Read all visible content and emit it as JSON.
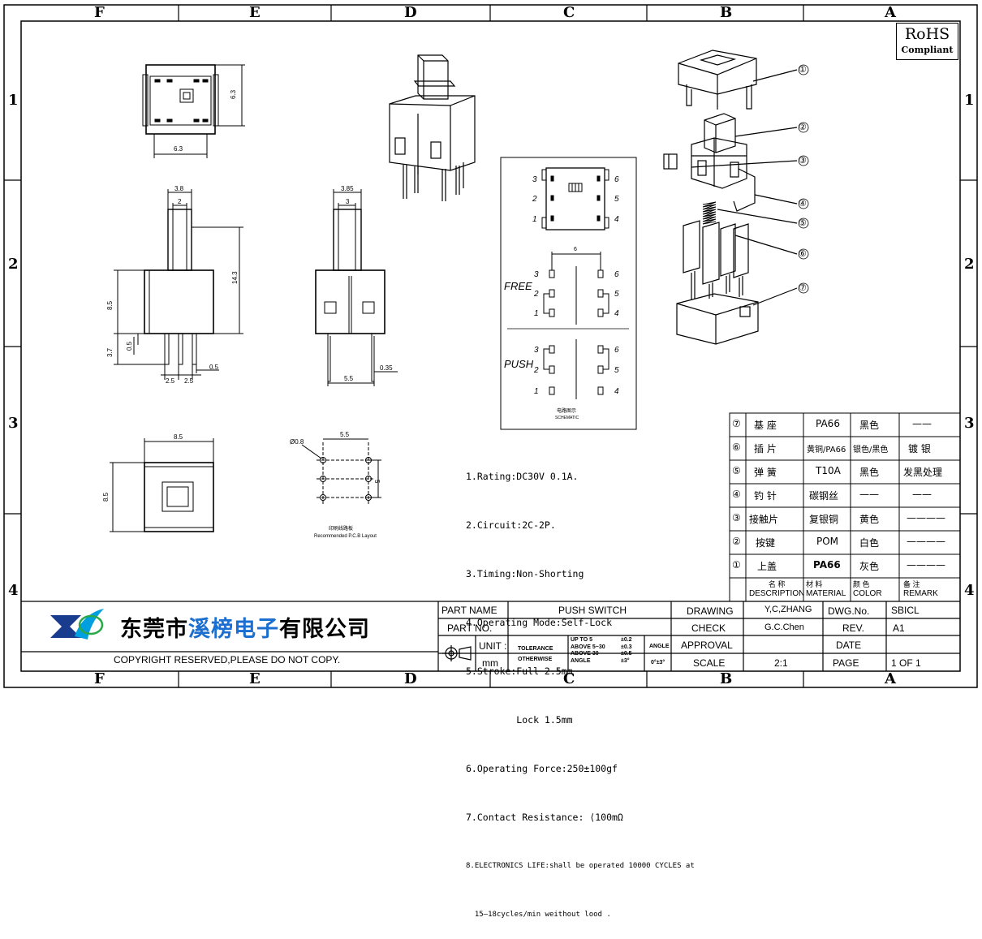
{
  "zones": {
    "columns": [
      "F",
      "E",
      "D",
      "C",
      "B",
      "A"
    ],
    "rows": [
      "1",
      "2",
      "3",
      "4"
    ]
  },
  "rohs": {
    "line1": "RoHS",
    "line2": "Compliant"
  },
  "dims": {
    "top_h": "6.3",
    "top_w": "6.3",
    "front_w1": "3.8",
    "front_w2": "2",
    "front_h1": "14.3",
    "front_h2": "8.5",
    "front_h3": "3.7",
    "front_h4": "0.5",
    "front_p1": "2.5",
    "front_p2": "2.5",
    "front_p3": "0.5",
    "side_w1": "3.85",
    "side_w2": "3",
    "side_b": "5.5",
    "side_c": "0.35",
    "bot_w": "8.5",
    "bot_h": "8.5",
    "pcb_d": "Ø0.8",
    "pcb_w": "5.5",
    "pcb_h": "5",
    "pcb_cap": "印刷线路板",
    "pcb_cap2": "Recommended P.C.B Layout"
  },
  "schematic": {
    "pins_top_left": [
      "3",
      "2",
      "1"
    ],
    "pins_top_right": [
      "6",
      "5",
      "4"
    ],
    "dim6": "6",
    "free": "FREE",
    "push": "PUSH",
    "cap": "电路图示",
    "cap2": "SCHEMATIC"
  },
  "specs": [
    "1.Rating:DC30V 0.1A.",
    "2.Circuit:2C-2P.",
    "3.Timing:Non-Shorting",
    "4.Operating Mode:Self-Lock",
    "5.Stroke:Full 2.5mm",
    "         Lock 1.5mm",
    "6.Operating Force:250±100gf",
    "7.Contact Resistance: ⟨100mΩ",
    "8.ELECTRONICS LIFE:shall be operated 10000 CYCLES at",
    "  15—18cycles/min weithout lood ."
  ],
  "callouts": [
    "①",
    "②",
    "③",
    "④",
    "⑤",
    "⑥",
    "⑦"
  ],
  "bom": {
    "rows": [
      {
        "no": "⑦",
        "name": "基 座",
        "material": "PA66",
        "color": "黑色",
        "remark": "——"
      },
      {
        "no": "⑥",
        "name": "插 片",
        "material": "黄铜/PA66",
        "color": "银色/黑色",
        "remark": "镀 银"
      },
      {
        "no": "⑤",
        "name": "弹 簧",
        "material": "T10A",
        "color": "黑色",
        "remark": "发黑处理"
      },
      {
        "no": "④",
        "name": "钓 针",
        "material": "碳钢丝",
        "color": "——",
        "remark": "——"
      },
      {
        "no": "③",
        "name": "接触片",
        "material": "复银铜",
        "color": "黄色",
        "remark": "————"
      },
      {
        "no": "②",
        "name": "按键",
        "material": "POM",
        "color": "白色",
        "remark": "————"
      },
      {
        "no": "①",
        "name": "上盖",
        "material": "PA66",
        "color": "灰色",
        "remark": "————"
      }
    ],
    "header": {
      "name_cn": "名 称",
      "name_en": "DESCRIPTION",
      "mat_cn": "材 料",
      "mat_en": "MATERIAL",
      "color_cn": "颜 色",
      "color_en": "COLOR",
      "remark_cn": "备 注",
      "remark_en": "REMARK"
    }
  },
  "title_block": {
    "company": "东莞市溪榜电子有限公司",
    "company_a": "东莞市",
    "company_b": "溪榜电子",
    "company_c": "有限公司",
    "copyright": "COPYRIGHT RESERVED,PLEASE DO NOT COPY.",
    "part_name_label": "PART NAME",
    "part_name": "PUSH SWITCH",
    "part_no_label": "PART NO.",
    "part_no": "",
    "unit_label": "UNIT :",
    "unit": "mm",
    "tolerance": "TOLERANCE",
    "otherwise": "OTHERWISE",
    "tol_rows": [
      {
        "range": "UP TO 5",
        "val": "±0.2"
      },
      {
        "range": "ABOVE 5~30",
        "val": "±0.3"
      },
      {
        "range": "ABOVE 30",
        "val": "±0.5"
      },
      {
        "range": "ANGLE",
        "val": "±3°"
      }
    ],
    "angle_label": "ANGLE",
    "angle_val": "0°±3°",
    "drawing_label": "DRAWING",
    "drawing": "Y,C,ZHANG",
    "check_label": "CHECK",
    "check": "G.C.Chen",
    "approval_label": "APPROVAL",
    "approval": "",
    "scale_label": "SCALE",
    "scale": "2:1",
    "dwg_label": "DWG.No.",
    "dwg": "SBICL",
    "rev_label": "REV.",
    "rev": "A1",
    "date_label": "DATE",
    "date": "",
    "page_label": "PAGE",
    "page": "1 OF 1"
  },
  "colors": {
    "line": "#000000",
    "brand_blue": "#1a3c8f",
    "brand_cyan": "#00a0e0",
    "brand_green": "#2aa84a"
  }
}
